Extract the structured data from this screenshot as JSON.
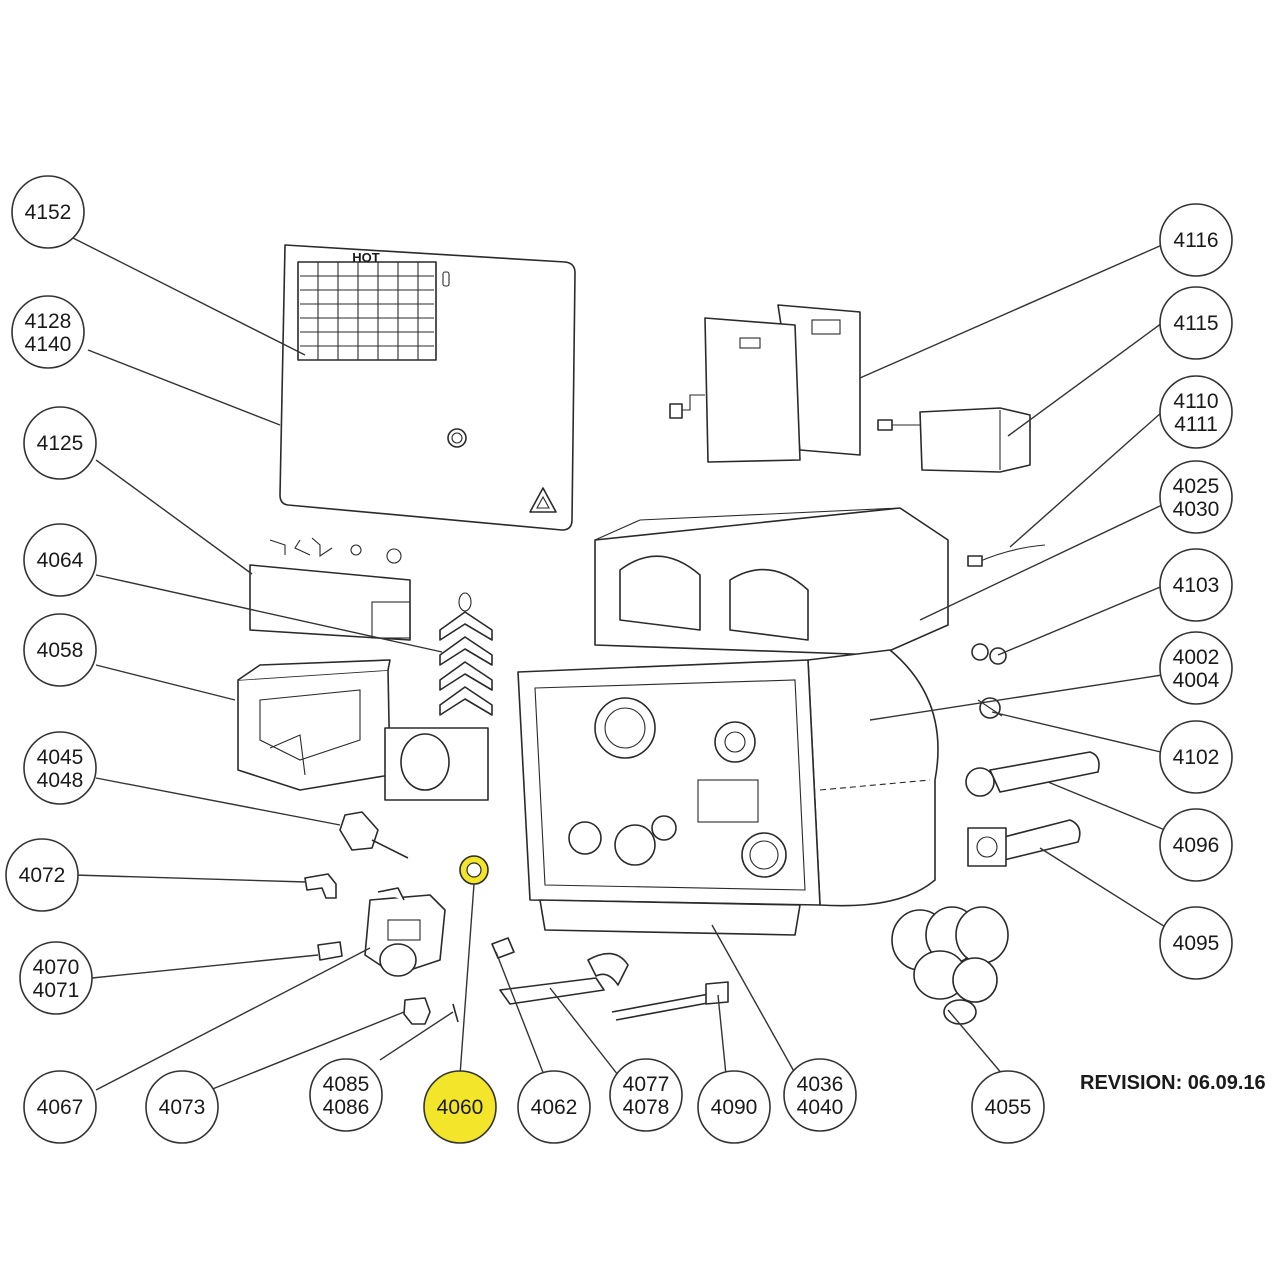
{
  "revision": "REVISION: 06.09.16",
  "door_label": "HOT",
  "highlight_color": "#f2e52a",
  "callouts": [
    {
      "id": "4152",
      "lines": [
        "4152"
      ]
    },
    {
      "id": "4128-4140",
      "lines": [
        "4128",
        "4140"
      ]
    },
    {
      "id": "4125",
      "lines": [
        "4125"
      ]
    },
    {
      "id": "4064",
      "lines": [
        "4064"
      ]
    },
    {
      "id": "4058",
      "lines": [
        "4058"
      ]
    },
    {
      "id": "4045-4048",
      "lines": [
        "4045",
        "4048"
      ]
    },
    {
      "id": "4072",
      "lines": [
        "4072"
      ]
    },
    {
      "id": "4070-4071",
      "lines": [
        "4070",
        "4071"
      ]
    },
    {
      "id": "4067",
      "lines": [
        "4067"
      ]
    },
    {
      "id": "4073",
      "lines": [
        "4073"
      ]
    },
    {
      "id": "4085-4086",
      "lines": [
        "4085",
        "4086"
      ]
    },
    {
      "id": "4060",
      "lines": [
        "4060"
      ],
      "highlighted": true
    },
    {
      "id": "4062",
      "lines": [
        "4062"
      ]
    },
    {
      "id": "4077-4078",
      "lines": [
        "4077",
        "4078"
      ]
    },
    {
      "id": "4090",
      "lines": [
        "4090"
      ]
    },
    {
      "id": "4036-4040",
      "lines": [
        "4036",
        "4040"
      ]
    },
    {
      "id": "4055",
      "lines": [
        "4055"
      ]
    },
    {
      "id": "4095",
      "lines": [
        "4095"
      ]
    },
    {
      "id": "4096",
      "lines": [
        "4096"
      ]
    },
    {
      "id": "4102",
      "lines": [
        "4102"
      ]
    },
    {
      "id": "4002-4004",
      "lines": [
        "4002",
        "4004"
      ]
    },
    {
      "id": "4103",
      "lines": [
        "4103"
      ]
    },
    {
      "id": "4025-4030",
      "lines": [
        "4025",
        "4030"
      ]
    },
    {
      "id": "4110-4111",
      "lines": [
        "4110",
        "4111"
      ]
    },
    {
      "id": "4115",
      "lines": [
        "4115"
      ]
    },
    {
      "id": "4116",
      "lines": [
        "4116"
      ]
    }
  ]
}
